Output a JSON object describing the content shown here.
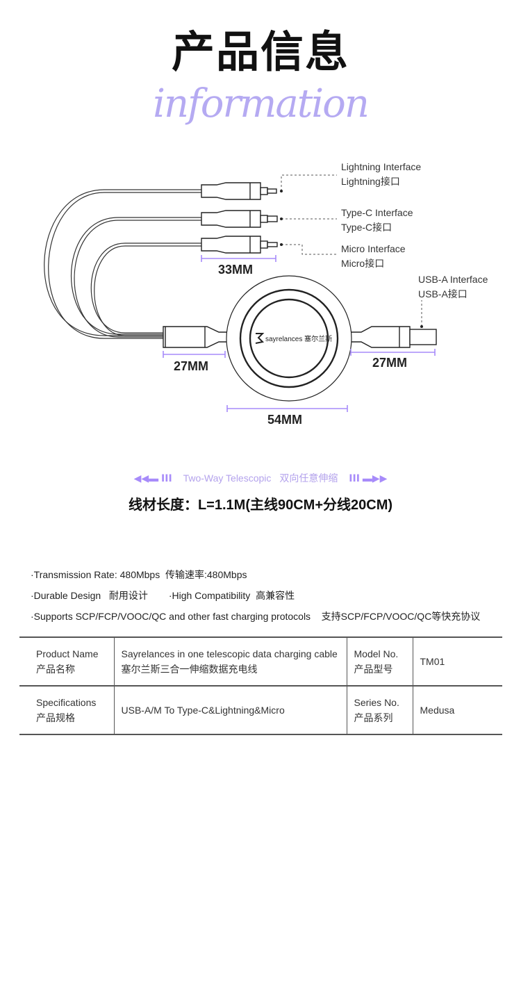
{
  "header": {
    "title": "产品信息",
    "script": "information"
  },
  "diagram": {
    "brand": "sayrelances 塞尔兰斯",
    "labels": [
      {
        "en": "Lightning Interface",
        "cn": "Lightning接口"
      },
      {
        "en": "Type-C Interface",
        "cn": "Type-C接口"
      },
      {
        "en": "Micro Interface",
        "cn": "Micro接口"
      },
      {
        "en": "USB-A Interface",
        "cn": "USB-A接口"
      }
    ],
    "dims": {
      "tip": "33MM",
      "left": "27MM",
      "right": "27MM",
      "disc": "54MM"
    },
    "accent": "#a78bfa"
  },
  "telescopic": {
    "en": "Two-Way Telescopic",
    "cn": "双向任意伸缩"
  },
  "length": "线材长度：L=1.1M(主线90CM+分线20CM)",
  "features": [
    "·Transmission Rate: 480Mbps  传输速率:480Mbps",
    "·Durable Design   耐用设计",
    "·High Compatibility  高兼容性",
    "·Supports SCP/FCP/VOOC/QC and other fast charging protocols    支持SCP/FCP/VOOC/QC等快充协议"
  ],
  "table": {
    "rows": [
      {
        "k1": "Product Name",
        "k1cn": "产品名称",
        "v1": "Sayrelances in one telescopic data charging cable",
        "v1cn": "塞尔兰斯三合一伸缩数据充电线",
        "k2": "Model No.",
        "k2cn": "产品型号",
        "v2": "TM01"
      },
      {
        "k1": "Specifications",
        "k1cn": "产品规格",
        "v1": "USB-A/M To Type-C&Lightning&Micro",
        "v1cn": "",
        "k2": "Series No.",
        "k2cn": "产品系列",
        "v2": "Medusa"
      }
    ]
  }
}
